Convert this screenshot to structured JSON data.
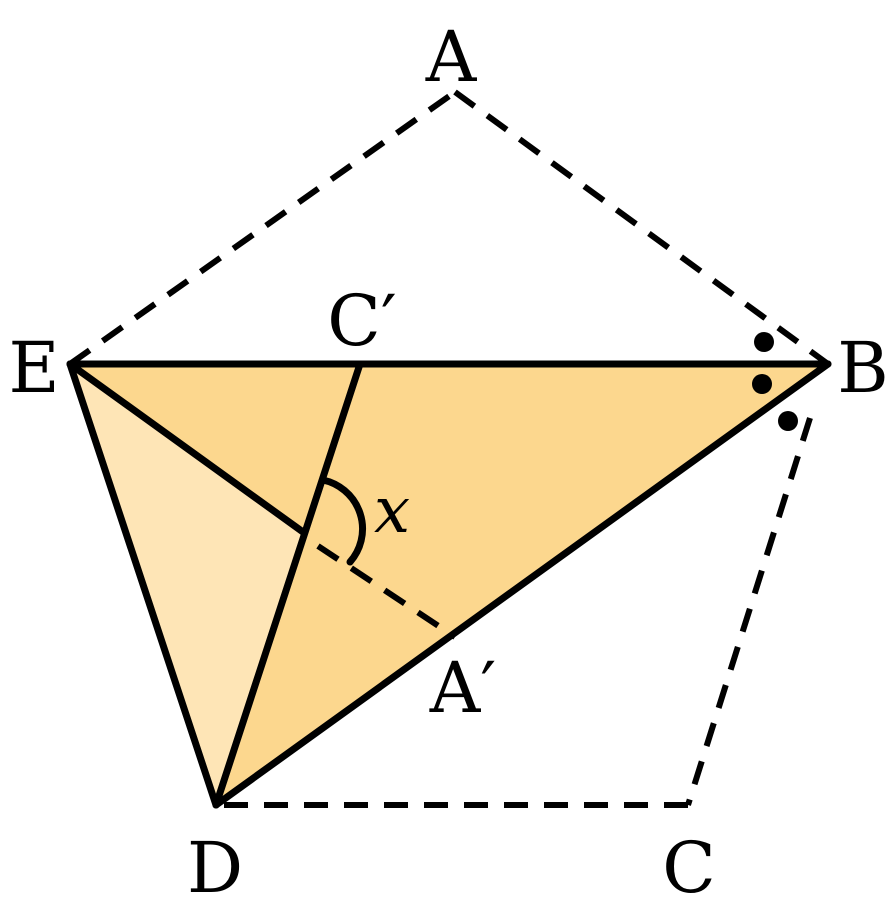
{
  "points": {
    "A": "A",
    "B": "B",
    "C": "C",
    "D": "D",
    "E": "E",
    "C_prime": "C′",
    "A_prime": "A′"
  },
  "angle_label": "x",
  "colors": {
    "fill_main": "#fcd78e",
    "fill_light": "#fee5b6",
    "stroke": "#000000"
  }
}
